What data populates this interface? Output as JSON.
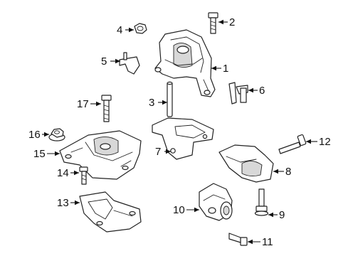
{
  "callouts": [
    {
      "id": "1",
      "label": "1"
    },
    {
      "id": "2",
      "label": "2"
    },
    {
      "id": "3",
      "label": "3"
    },
    {
      "id": "4",
      "label": "4"
    },
    {
      "id": "5",
      "label": "5"
    },
    {
      "id": "6",
      "label": "6"
    },
    {
      "id": "7",
      "label": "7"
    },
    {
      "id": "8",
      "label": "8"
    },
    {
      "id": "9",
      "label": "9"
    },
    {
      "id": "10",
      "label": "10"
    },
    {
      "id": "11",
      "label": "11"
    },
    {
      "id": "12",
      "label": "12"
    },
    {
      "id": "13",
      "label": "13"
    },
    {
      "id": "14",
      "label": "14"
    },
    {
      "id": "15",
      "label": "15"
    },
    {
      "id": "16",
      "label": "16"
    },
    {
      "id": "17",
      "label": "17"
    }
  ],
  "colors": {
    "line": "#222222",
    "background": "#ffffff"
  }
}
